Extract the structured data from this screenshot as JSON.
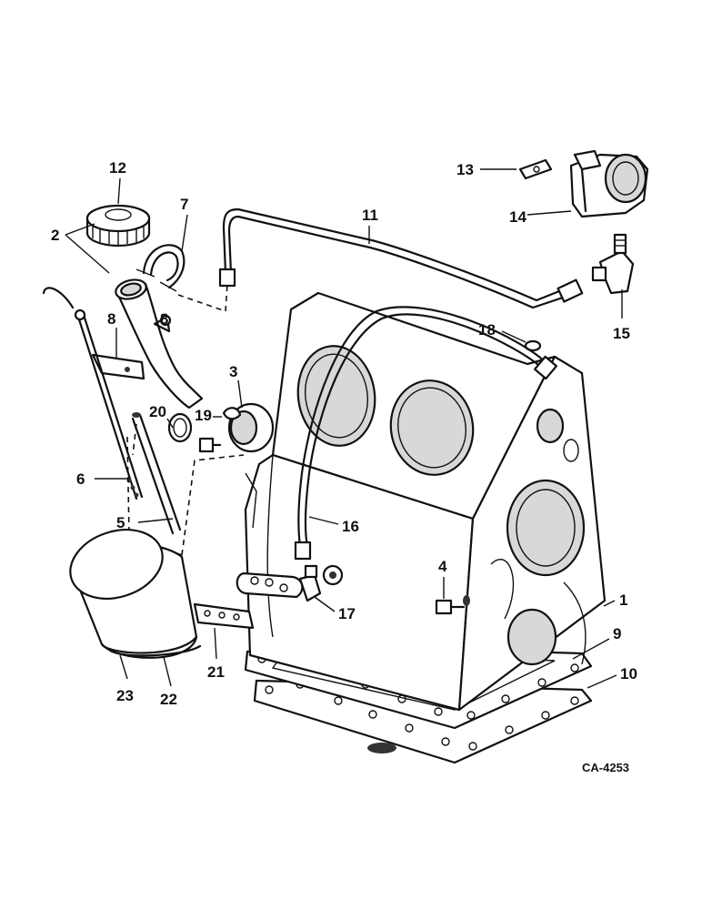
{
  "labels": {
    "l1": "1",
    "l2": "2",
    "l3": "3",
    "l4": "4",
    "l5": "5",
    "l6": "6",
    "l7": "7",
    "l8a": "8",
    "l8b": "8",
    "l9": "9",
    "l10": "10",
    "l11": "11",
    "l12": "12",
    "l13": "13",
    "l14": "14",
    "l15": "15",
    "l16": "16",
    "l17": "17",
    "l18": "18",
    "l19": "19",
    "l20": "20",
    "l21": "21",
    "l22": "22",
    "l23": "23"
  },
  "drawing_code": "CA-4253"
}
